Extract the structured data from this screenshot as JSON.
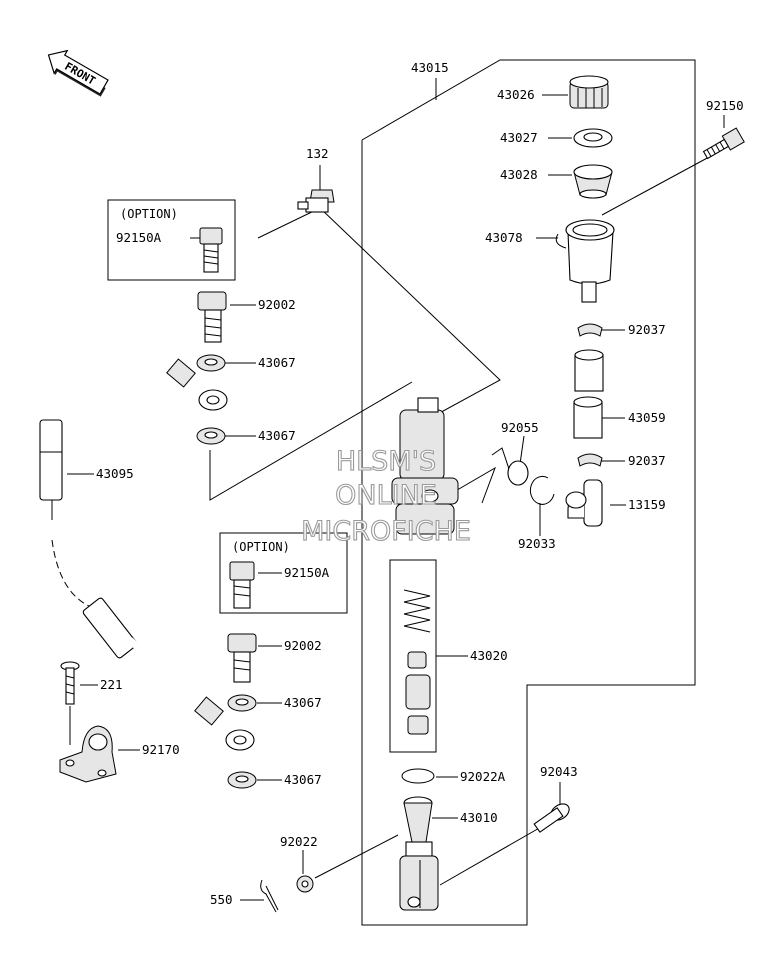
{
  "front_arrow": {
    "text": "FRONT"
  },
  "option_label": "(OPTION)",
  "watermark": {
    "line1": "HLSM'S",
    "line2": "ONLINE",
    "line3": "MICROFICHE"
  },
  "parts": {
    "p43015": "43015",
    "p43026": "43026",
    "p43027": "43027",
    "p43028": "43028",
    "p43078": "43078",
    "p92150": "92150",
    "p132": "132",
    "p92150A_top": "92150A",
    "p92002_top": "92002",
    "p43067_a": "43067",
    "p43067_b": "43067",
    "p43095": "43095",
    "p92037_a": "92037",
    "p43059": "43059",
    "p92037_b": "92037",
    "p92055": "92055",
    "p13159": "13159",
    "p92033": "92033",
    "p92150A_bot": "92150A",
    "p92002_bot": "92002",
    "p43020": "43020",
    "p221": "221",
    "p43067_c": "43067",
    "p92170": "92170",
    "p43067_d": "43067",
    "p92022A": "92022A",
    "p92043": "92043",
    "p43010": "43010",
    "p92022": "92022",
    "p550": "550"
  }
}
